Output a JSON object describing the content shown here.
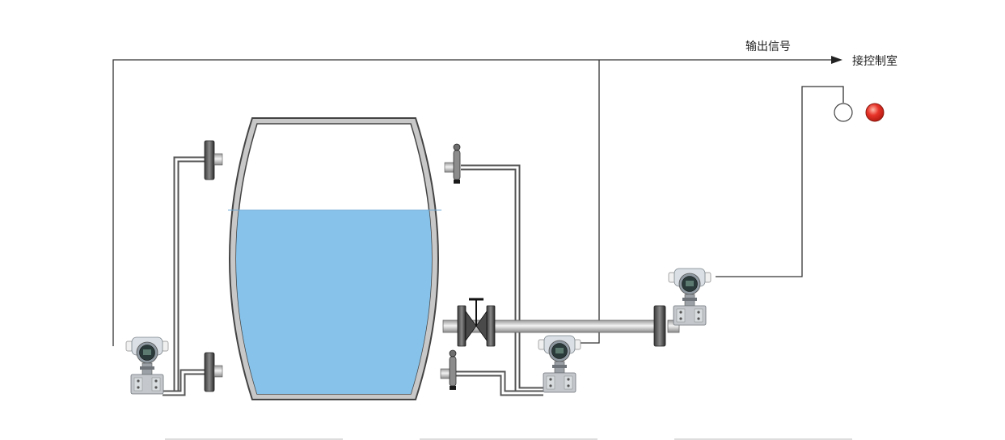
{
  "labels": {
    "output_signal": "输出信号",
    "control_room": "接控制室"
  },
  "tank": {
    "liquid_level_fraction": 0.68,
    "liquid_color": "#86c2ea",
    "shell_color": "#c8c8c8"
  },
  "indicators": {
    "lamp_off_color": "#ffffff",
    "lamp_on_color": "#e8342a"
  },
  "transmitter_colors": {
    "housing": "#d9dfe4",
    "display": "#2a3a3a",
    "body": "#c4c8cc"
  }
}
